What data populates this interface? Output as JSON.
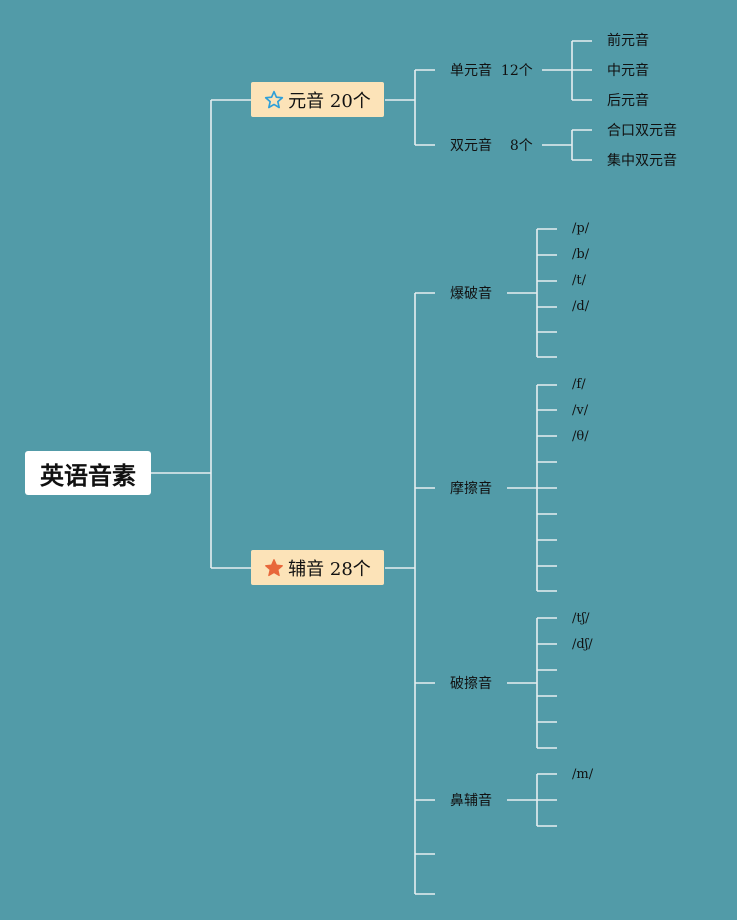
{
  "root": "英语音素",
  "vowel": {
    "label": "元音 20个",
    "icon": "star-outline-icon",
    "icon_color": "#2F9FD8",
    "groups": [
      {
        "name": "单元音",
        "count": "12个",
        "leaves": [
          "前元音",
          "中元音",
          "后元音"
        ]
      },
      {
        "name": "双元音",
        "count": "8个",
        "leaves": [
          "合口双元音",
          "集中双元音"
        ]
      }
    ]
  },
  "consonant": {
    "label": "辅音 28个",
    "icon": "star-filled-icon",
    "icon_color": "#E8673A",
    "groups": [
      {
        "name": "爆破音",
        "items": [
          "/p/",
          "/b/",
          "/t/",
          "/d/",
          "",
          ""
        ]
      },
      {
        "name": "摩擦音",
        "items": [
          "/f/",
          "/v/",
          "/θ/",
          "",
          "",
          "",
          "",
          ""
        ]
      },
      {
        "name": "破擦音",
        "items": [
          "/tʃ/",
          "/dʃ/",
          "",
          "",
          "",
          ""
        ]
      },
      {
        "name": "鼻辅音",
        "items": [
          "/m/",
          "",
          ""
        ]
      }
    ]
  },
  "colors": {
    "background": "#529BA8",
    "category_fill": "#FCE3B8",
    "line": "#E6EEF0"
  }
}
